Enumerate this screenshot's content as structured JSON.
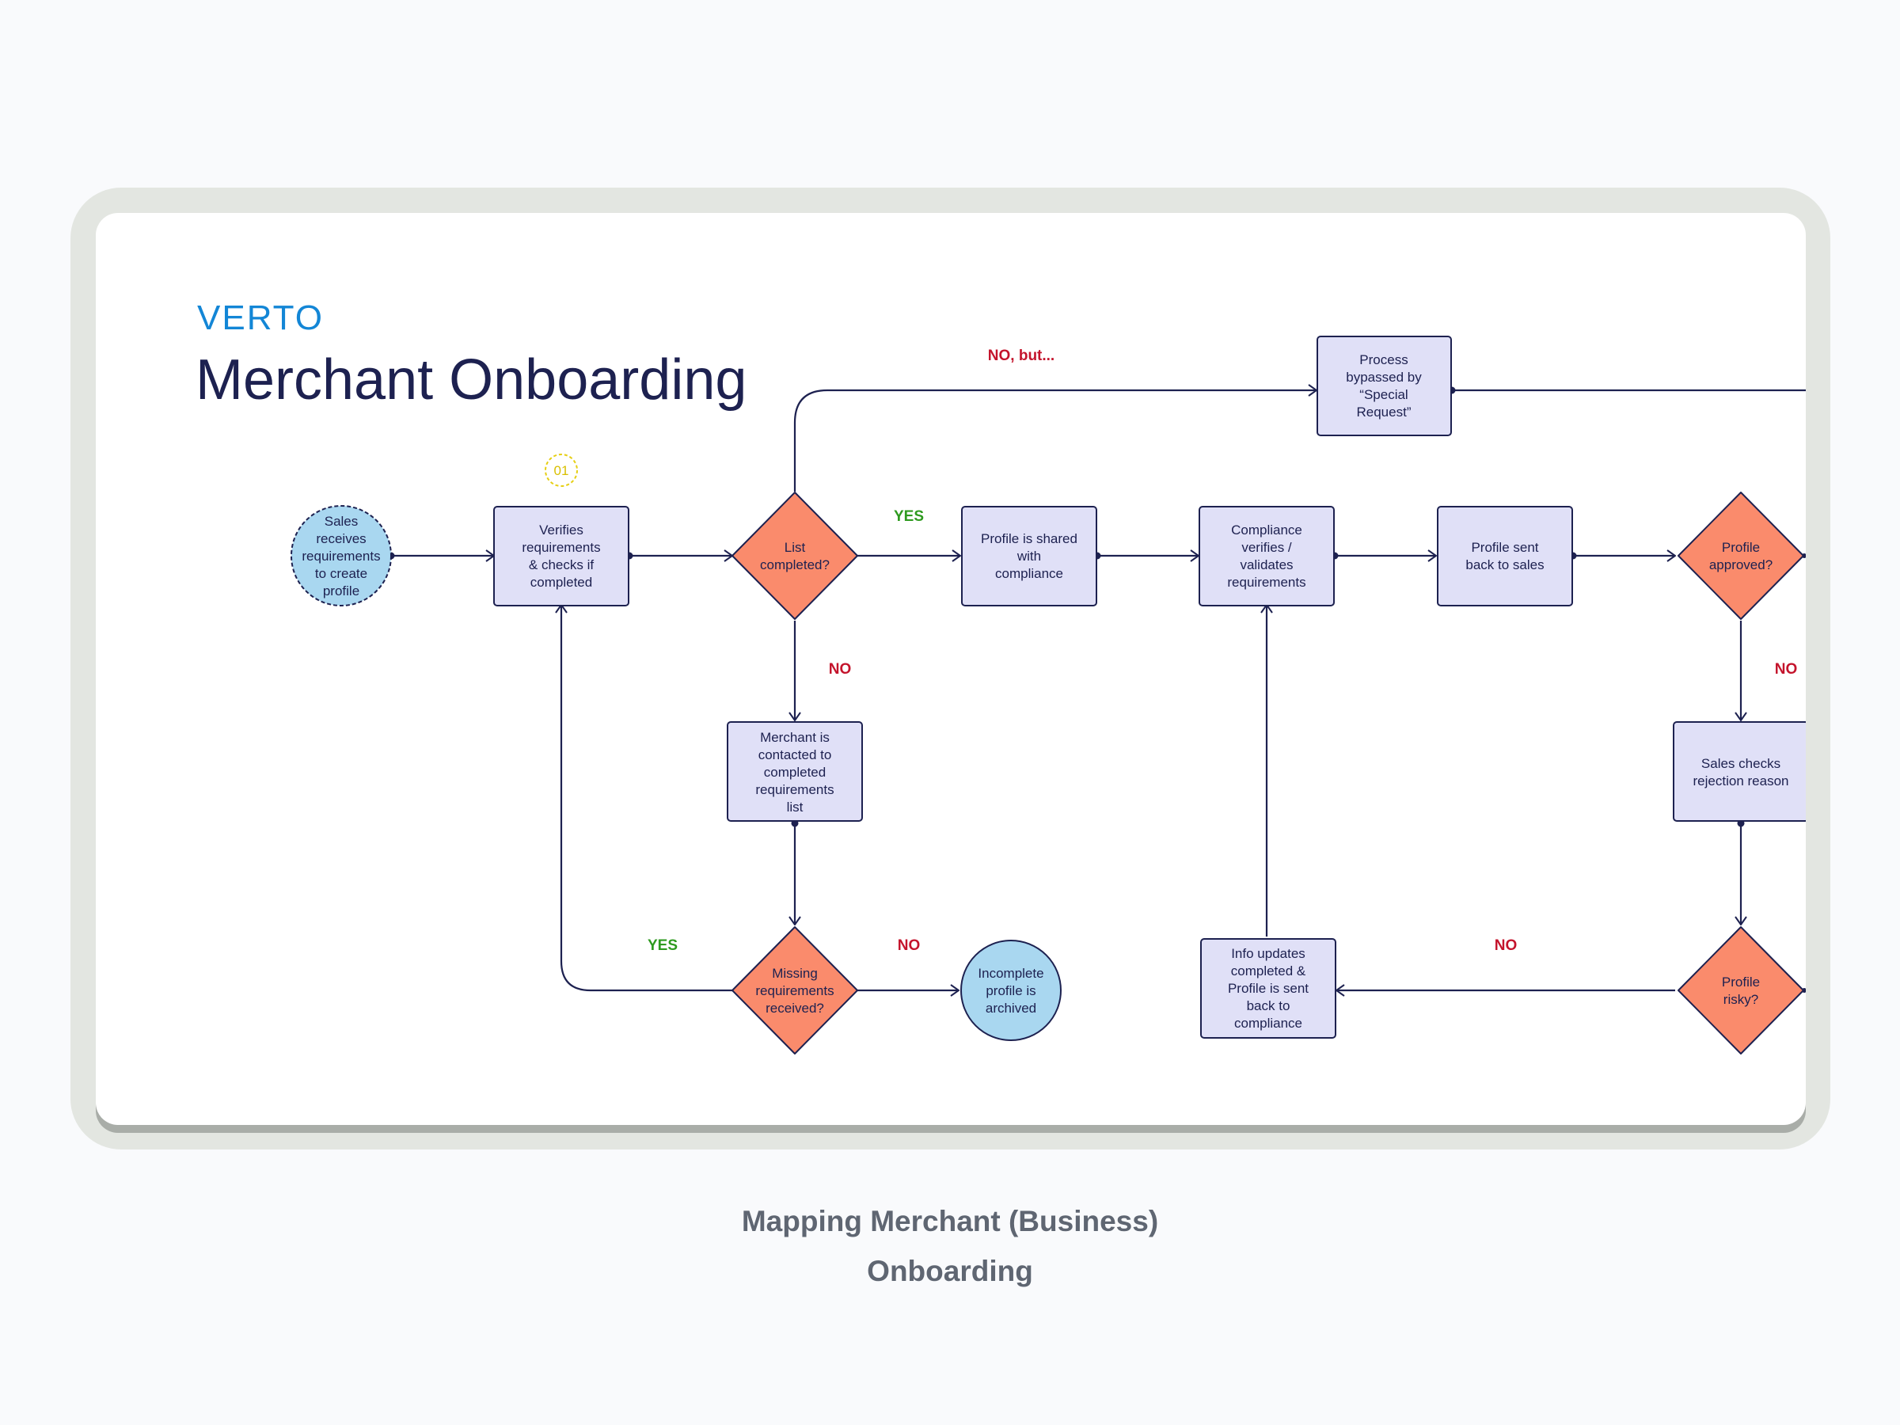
{
  "header": {
    "brand": "VERTO",
    "title": "Merchant Onboarding"
  },
  "caption": {
    "line1": "Mapping Merchant (Business)",
    "line2": "Onboarding"
  },
  "step_badge": "01",
  "colors": {
    "process_fill": "#e0e0f7",
    "decision_fill": "#fa8b6c",
    "terminal_fill": "#a9d7f0",
    "stroke": "#1d2150",
    "yes_label": "#2e9a1f",
    "no_label": "#c4142c",
    "badge": "#e6cf14",
    "brand": "#1386d6"
  },
  "nodes": {
    "start": [
      "Sales",
      "receives",
      "requirements",
      "to create",
      "profile"
    ],
    "verify": [
      "Verifies",
      "requirements",
      "& checks if",
      "completed"
    ],
    "list_completed": [
      "List",
      "completed?"
    ],
    "contacted": [
      "Merchant is",
      "contacted to",
      "completed",
      "requirements",
      "list"
    ],
    "missing_received": [
      "Missing",
      "requirements",
      "received?"
    ],
    "archived": [
      "Incomplete",
      "profile is",
      "archived"
    ],
    "shared": [
      "Profile is shared",
      "with",
      "compliance"
    ],
    "compliance_verifies": [
      "Compliance",
      "verifies /",
      "validates",
      "requirements"
    ],
    "info_updates": [
      "Info updates",
      "completed &",
      "Profile is sent",
      "back to",
      "compliance"
    ],
    "sent_back": [
      "Profile sent",
      "back to sales"
    ],
    "bypassed": [
      "Process",
      "bypassed by",
      "“Special",
      "Request”"
    ],
    "approved": [
      "Profile",
      "approved?"
    ],
    "rejection": [
      "Sales checks",
      "rejection reason"
    ],
    "risky": [
      "Profile",
      "risky?"
    ]
  },
  "edge_labels": {
    "no_but": "NO, but...",
    "yes_shared": "YES",
    "no_contact": "NO",
    "yes_loop": "YES",
    "no_archive": "NO",
    "no_rejection": "NO",
    "no_risky": "NO"
  }
}
